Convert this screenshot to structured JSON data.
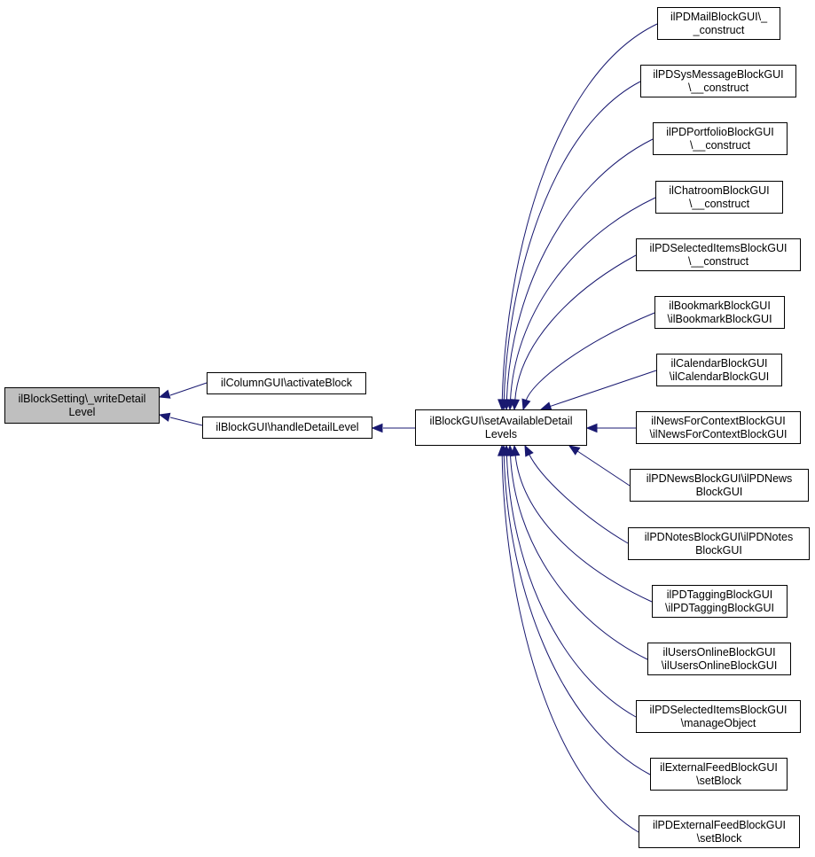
{
  "colors": {
    "edge": "#191970",
    "focus_fill": "#bfbfbf",
    "node_border": "#000000"
  },
  "nodes": {
    "focus": {
      "l1": "ilBlockSetting\\_writeDetail",
      "l2": "Level"
    },
    "activate_block": {
      "l1": "ilColumnGUI\\activateBlock"
    },
    "handle_detail_level": {
      "l1": "ilBlockGUI\\handleDetailLevel"
    },
    "set_available": {
      "l1": "ilBlockGUI\\setAvailableDetail",
      "l2": "Levels"
    },
    "callers": [
      {
        "l1": "ilPDMailBlockGUI\\_",
        "l2": "_construct"
      },
      {
        "l1": "ilPDSysMessageBlockGUI",
        "l2": "\\__construct"
      },
      {
        "l1": "ilPDPortfolioBlockGUI",
        "l2": "\\__construct"
      },
      {
        "l1": "ilChatroomBlockGUI",
        "l2": "\\__construct"
      },
      {
        "l1": "ilPDSelectedItemsBlockGUI",
        "l2": "\\__construct"
      },
      {
        "l1": "ilBookmarkBlockGUI",
        "l2": "\\ilBookmarkBlockGUI"
      },
      {
        "l1": "ilCalendarBlockGUI",
        "l2": "\\ilCalendarBlockGUI"
      },
      {
        "l1": "ilNewsForContextBlockGUI",
        "l2": "\\ilNewsForContextBlockGUI"
      },
      {
        "l1": "ilPDNewsBlockGUI\\ilPDNews",
        "l2": "BlockGUI"
      },
      {
        "l1": "ilPDNotesBlockGUI\\ilPDNotes",
        "l2": "BlockGUI"
      },
      {
        "l1": "ilPDTaggingBlockGUI",
        "l2": "\\ilPDTaggingBlockGUI"
      },
      {
        "l1": "ilUsersOnlineBlockGUI",
        "l2": "\\ilUsersOnlineBlockGUI"
      },
      {
        "l1": "ilPDSelectedItemsBlockGUI",
        "l2": "\\manageObject"
      },
      {
        "l1": "ilExternalFeedBlockGUI",
        "l2": "\\setBlock"
      },
      {
        "l1": "ilPDExternalFeedBlockGUI",
        "l2": "\\setBlock"
      }
    ]
  }
}
